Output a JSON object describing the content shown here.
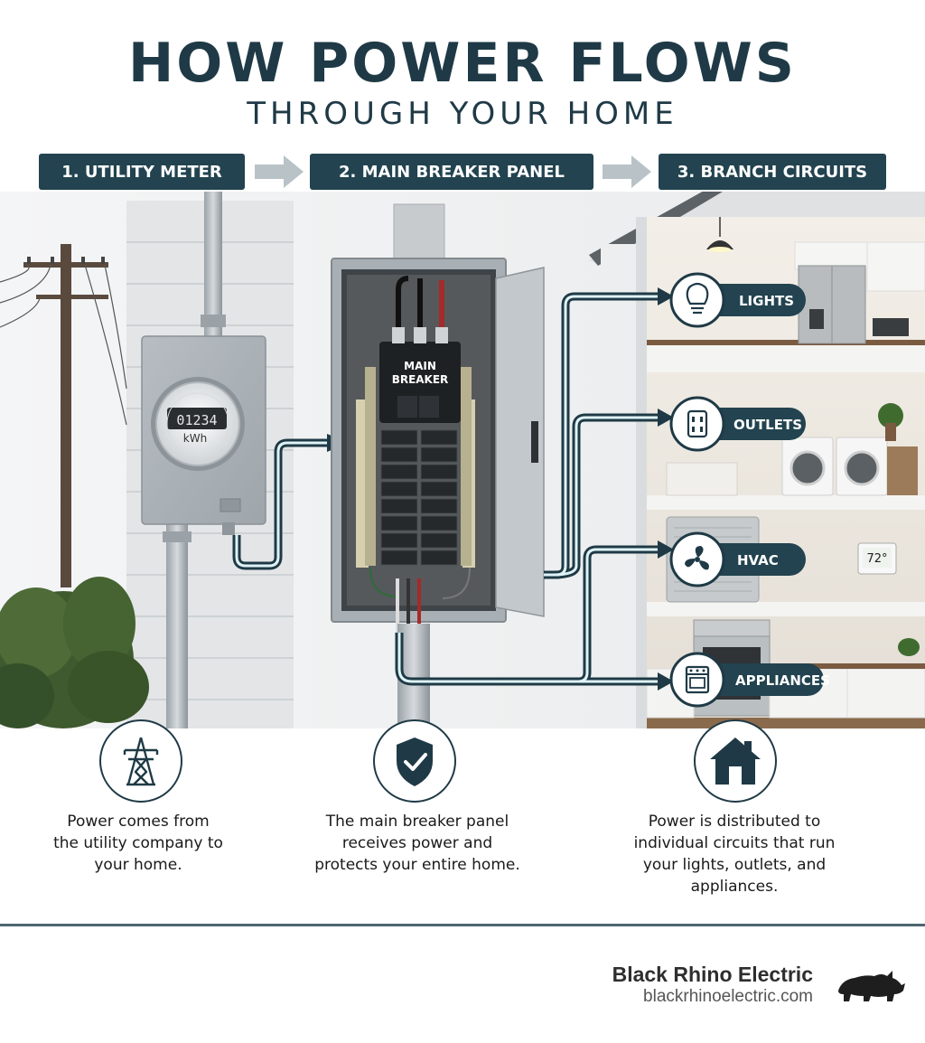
{
  "header": {
    "title": "HOW POWER FLOWS",
    "subtitle": "THROUGH YOUR HOME"
  },
  "steps": [
    {
      "label": "1. UTILITY METER"
    },
    {
      "label": "2. MAIN BREAKER PANEL"
    },
    {
      "label": "3. BRANCH CIRCUITS"
    }
  ],
  "meter": {
    "reading": "01234",
    "unit": "kWh"
  },
  "panel": {
    "main_label_line1": "MAIN",
    "main_label_line2": "BREAKER"
  },
  "circuits": [
    {
      "label": "LIGHTS",
      "icon": "lightbulb-icon"
    },
    {
      "label": "OUTLETS",
      "icon": "outlet-icon"
    },
    {
      "label": "HVAC",
      "icon": "fan-icon"
    },
    {
      "label": "APPLIANCES",
      "icon": "oven-icon"
    }
  ],
  "thermostat": {
    "reading": "72°"
  },
  "descriptions": [
    {
      "icon": "power-tower-icon",
      "text": "Power comes from the utility company to your home."
    },
    {
      "icon": "shield-check-icon",
      "text": "The main breaker panel receives power and protects your entire home."
    },
    {
      "icon": "house-icon",
      "text": "Power is distributed to individual circuits that run your lights, outlets, and appliances."
    }
  ],
  "brand": {
    "name": "Black Rhino Electric",
    "url": "blackrhinoelectric.com",
    "logo": "rhino-logo"
  },
  "colors": {
    "primary": "#1f3a46",
    "pill": "#22434f",
    "arrow": "#b9c3c7",
    "wire_glow": "#dff3f7"
  }
}
